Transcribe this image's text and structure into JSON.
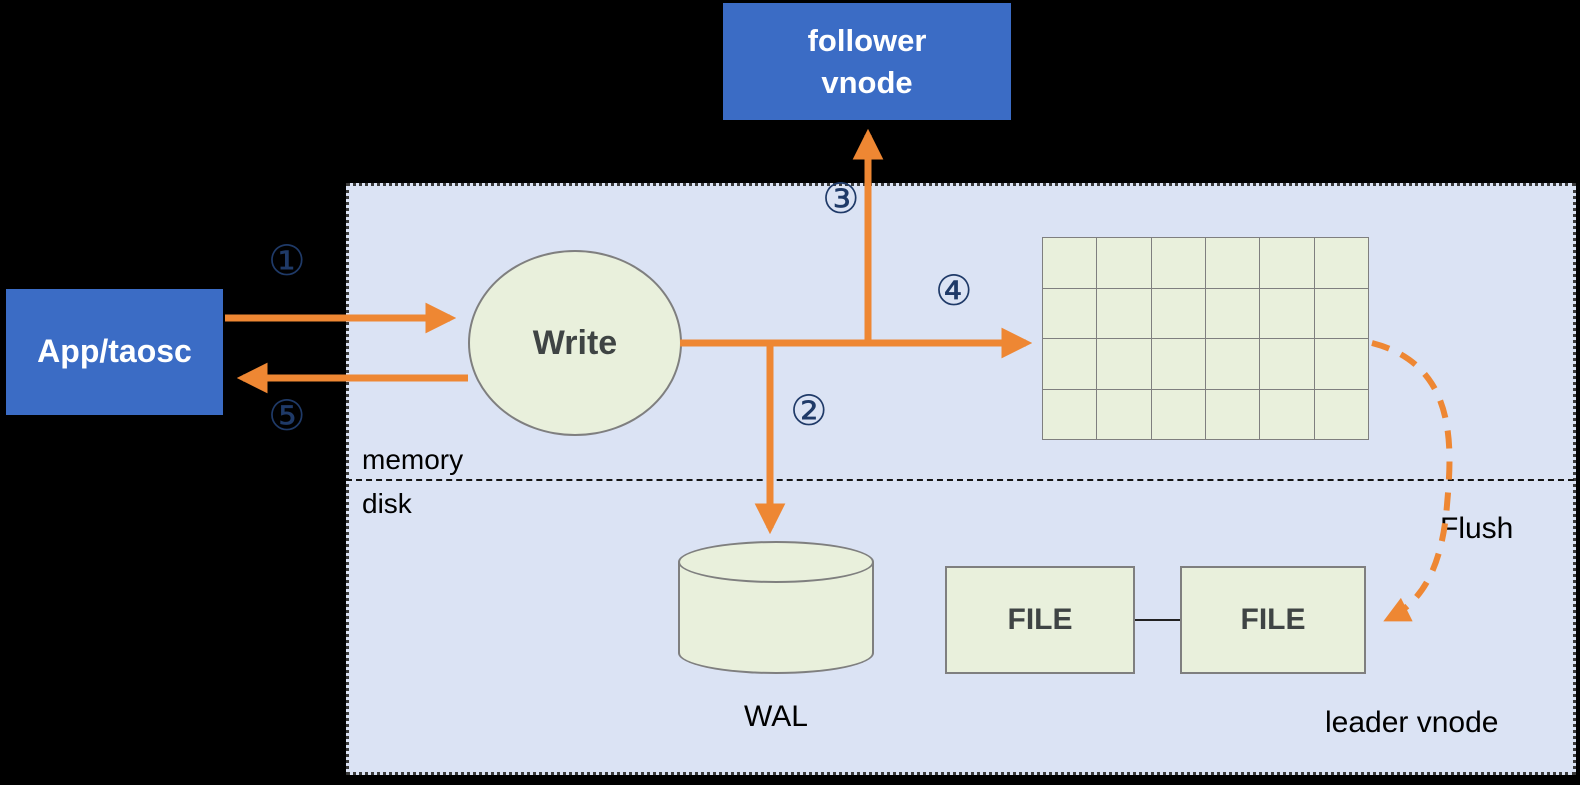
{
  "colors": {
    "bg": "#000000",
    "panel": "#dbe3f4",
    "panel-border": "#3b3b3b",
    "blue": "#3b6cc5",
    "green": "#e9f0dc",
    "green-border": "#7f7f7f",
    "orange": "#ee8733",
    "navy": "#1f3a68",
    "text-dark": "#3f4444",
    "text-black": "#000000"
  },
  "nodes": {
    "app": "App/taosc",
    "follower": "follower\nvnode",
    "write": "Write",
    "wal": "WAL",
    "file_left": "FILE",
    "file_right": "FILE",
    "leader": "leader vnode"
  },
  "labels": {
    "memory": "memory",
    "disk": "disk",
    "flush": "Flush"
  },
  "steps": {
    "s1": "①",
    "s2": "②",
    "s3": "③",
    "s4": "④",
    "s5": "⑤"
  },
  "memtable_grid": {
    "rows": 4,
    "cols": 6
  }
}
